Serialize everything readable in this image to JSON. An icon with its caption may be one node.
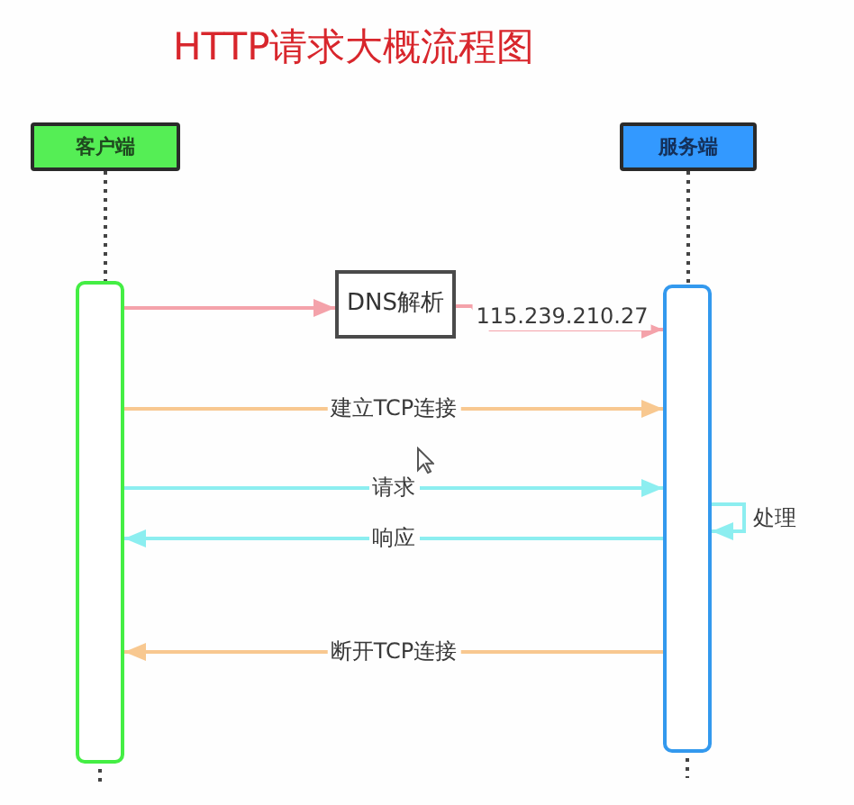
{
  "diagram": {
    "title": "HTTP请求大概流程图",
    "nodes": [
      {
        "text": [
          "客户端"
        ]
      },
      {
        "text": [
          "服务端"
        ]
      },
      {
        "text": [],
        "shape": "box"
      },
      {
        "text": [
          "DNS解析"
        ]
      },
      {
        "text": [],
        "shape": "box"
      }
    ],
    "edges": [
      {
        "from": 0,
        "to": 2,
        "arrow": "none",
        "style": "dashed"
      },
      {
        "from": 1,
        "to": 4,
        "arrow": "none",
        "style": "dashed"
      },
      {
        "from": 2,
        "to": 3,
        "arrow": "to",
        "color": "#f4a2aa"
      },
      {
        "from": 3,
        "to": 4,
        "arrow": "to",
        "label": "115.239.210.27",
        "color": "#f4a2aa"
      },
      {
        "from": 2,
        "to": 4,
        "arrow": "to",
        "label": "建立TCP连接",
        "color": "#f8c890"
      },
      {
        "from": 2,
        "to": 4,
        "arrow": "to",
        "label": "请求",
        "color": "#8ceef0"
      },
      {
        "from": 4,
        "to": 4,
        "arrow": "to",
        "label": "处理",
        "color": "#8ceef0"
      },
      {
        "from": 4,
        "to": 2,
        "arrow": "to",
        "label": "响应",
        "color": "#8ceef0"
      },
      {
        "from": 4,
        "to": 2,
        "arrow": "to",
        "label": "断开TCP连接",
        "color": "#f8c890"
      },
      {
        "from": 2,
        "to": null,
        "arrow": "none",
        "style": "dashed"
      },
      {
        "from": 4,
        "to": null,
        "arrow": "none",
        "style": "dashed"
      }
    ]
  }
}
